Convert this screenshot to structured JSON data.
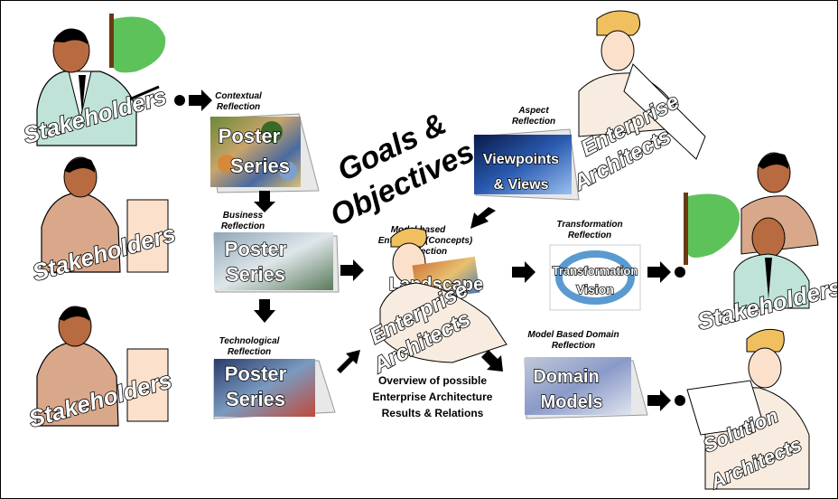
{
  "title": {
    "line1": "Goals &",
    "line2": "Objectives"
  },
  "overview": {
    "line1": "Overview of possible",
    "line2": "Enterprise Architecture",
    "line3": "Results & Relations"
  },
  "actors": {
    "stakeholders_1": "Stakeholders",
    "stakeholders_2": "Stakeholders",
    "stakeholders_3": "Stakeholders",
    "stakeholders_4": "Stakeholders",
    "enterprise_architects_top_1": "Enterprise",
    "enterprise_architects_top_2": "Architects",
    "enterprise_architects_center_1": "Enterprise",
    "enterprise_architects_center_2": "Architects",
    "solution_architects_1": "Solution",
    "solution_architects_2": "Architects"
  },
  "captions": {
    "contextual_1": "Contextual",
    "contextual_2": "Reflection",
    "business_1": "Business",
    "business_2": "Reflection",
    "technological_1": "Technological",
    "technological_2": "Reflection",
    "aspect_1": "Aspect",
    "aspect_2": "Reflection",
    "model_based_1": "Model based",
    "model_based_2": "Enterprise (Concepts)",
    "model_based_3": "Reflection",
    "transformation_1": "Transformation",
    "transformation_2": "Reflection",
    "domain_1": "Model Based Domain",
    "domain_2": "Reflection"
  },
  "posters": {
    "poster_1a": "Poster",
    "poster_1b": "Series",
    "poster_2a": "Poster",
    "poster_2b": "Series",
    "poster_3a": "Poster",
    "poster_3b": "Series",
    "viewpoints_a": "Viewpoints",
    "viewpoints_b": "& Views",
    "landscape": "Landscape",
    "transformation_a": "Transformation",
    "transformation_b": "Vision",
    "domain_a": "Domain",
    "domain_b": "Models"
  },
  "colors": {
    "skin": "#b86a40",
    "board": "#5ec25a",
    "board_frame": "#6b3a12",
    "helmet": "#f0c060",
    "arrow": "#000000"
  }
}
